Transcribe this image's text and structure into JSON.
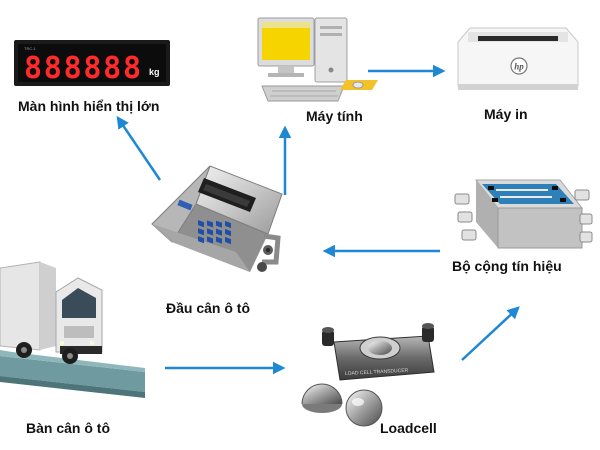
{
  "nodes": {
    "display": {
      "label": "Màn hình hiển thị lớn",
      "readout": "888888",
      "unit": "kg",
      "tag": "TRC-1"
    },
    "computer": {
      "label": "Máy tính"
    },
    "printer": {
      "label": "Máy in",
      "logo": "hp"
    },
    "indicator": {
      "label": "Đầu cân ô tô"
    },
    "junction": {
      "label": "Bộ cộng tín hiệu"
    },
    "scale": {
      "label": "Bàn cân ô tô"
    },
    "loadcell": {
      "label": "Loadcell",
      "engraving": "LOAD CELL TRANSDUCER"
    }
  },
  "colors": {
    "arrow": "#1e88d4",
    "digits": "#ff2a2a",
    "pcb": "#2f7fb8",
    "text": "#111111"
  },
  "icons": [
    "led-display-icon",
    "computer-icon",
    "printer-icon",
    "weighing-indicator-icon",
    "junction-box-icon",
    "truck-scale-icon",
    "loadcell-icon"
  ]
}
